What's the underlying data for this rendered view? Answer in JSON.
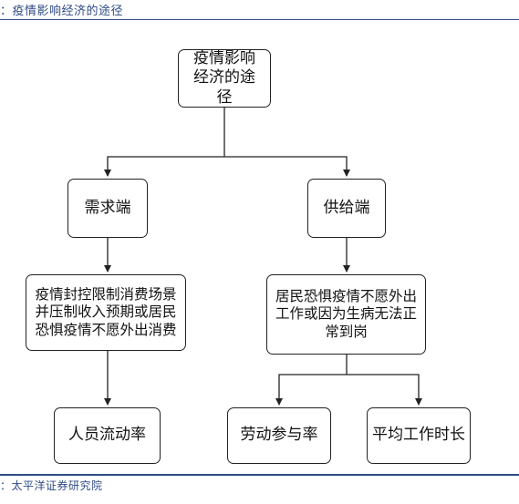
{
  "figure": {
    "caption": "：疫情影响经济的途径",
    "source": "：太平洋证券研究院"
  },
  "nodes": {
    "root": "疫情影响经济的途径",
    "demand": "需求端",
    "supply": "供给端",
    "demand_detail": "疫情封控限制消费场景并压制收入预期或居民恐惧疫情不愿外出消费",
    "supply_detail": "居民恐惧疫情不愿外出工作或因为生病无法正常到岗",
    "employment": "人员流动率",
    "labor_participation": "劳动参与率",
    "work_hours": "平均工作时长"
  }
}
